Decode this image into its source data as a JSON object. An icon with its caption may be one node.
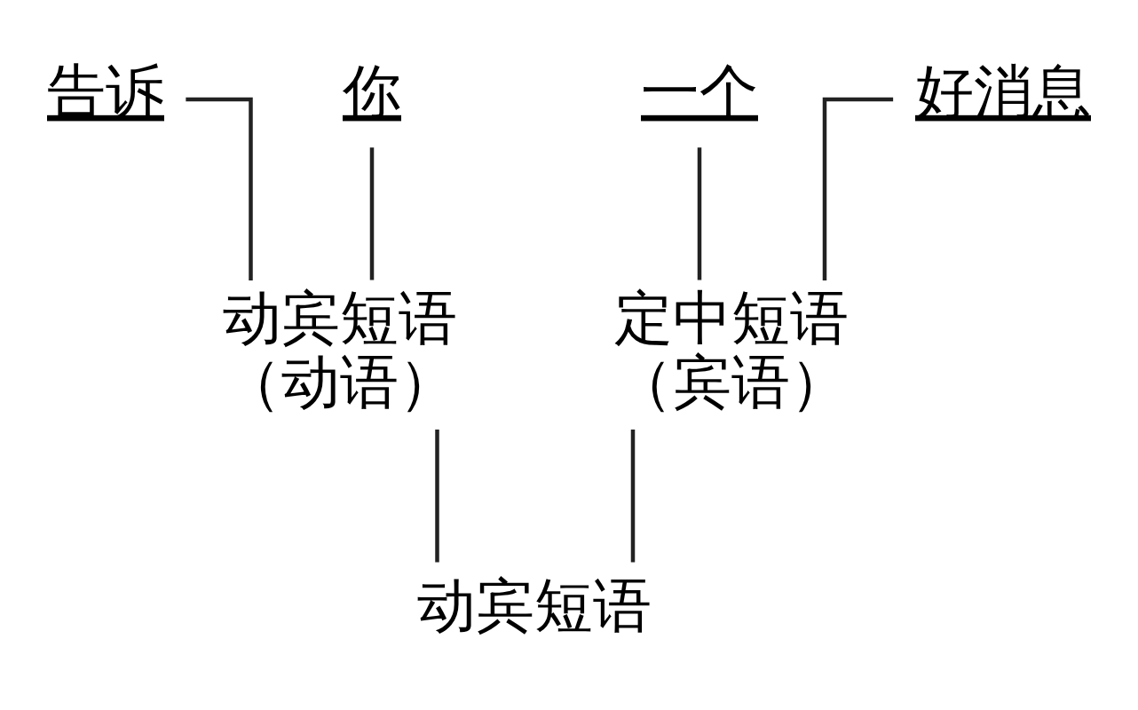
{
  "diagram": {
    "nodes": [
      {
        "text": [
          "告诉"
        ]
      },
      {
        "text": [
          "你"
        ]
      },
      {
        "text": [
          "一个"
        ]
      },
      {
        "text": [
          "好消息"
        ]
      },
      {
        "text": [
          "动宾短语",
          "（动语）"
        ]
      },
      {
        "text": [
          "定中短语",
          "（宾语）"
        ]
      },
      {
        "text": [
          "动宾短语"
        ]
      }
    ],
    "edges": [
      {
        "from": 0,
        "to": 4,
        "arrow": "none"
      },
      {
        "from": 1,
        "to": 4,
        "arrow": "none"
      },
      {
        "from": 2,
        "to": 5,
        "arrow": "none"
      },
      {
        "from": 3,
        "to": 5,
        "arrow": "none"
      },
      {
        "from": 4,
        "to": 6,
        "arrow": "none"
      },
      {
        "from": 5,
        "to": 6,
        "arrow": "none"
      }
    ]
  }
}
